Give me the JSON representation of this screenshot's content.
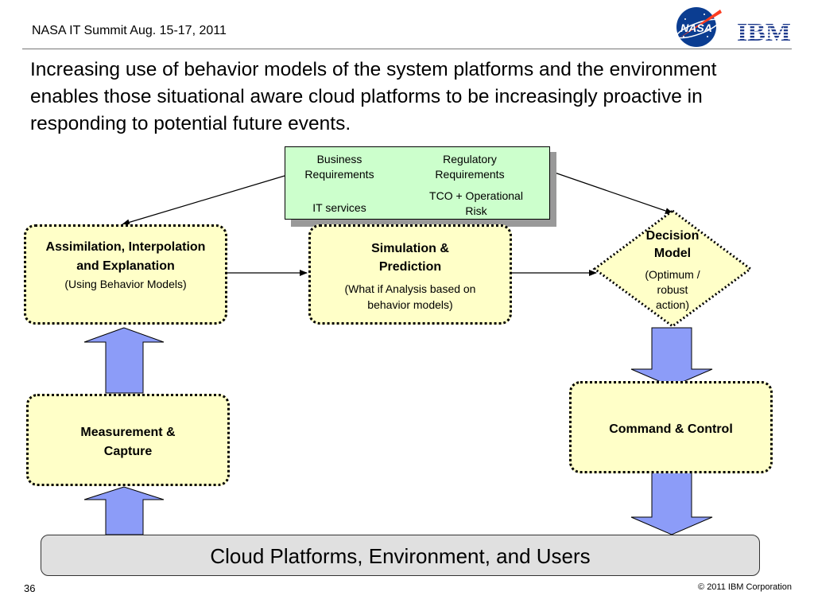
{
  "header": {
    "event_text": "NASA IT Summit  Aug. 15-17, 2011",
    "logos": [
      "nasa-logo",
      "ibm-logo"
    ]
  },
  "title": "Increasing use of behavior models of the system platforms and the environment enables those situational aware cloud platforms to be increasingly proactive in responding to potential future events.",
  "requirements_box": {
    "business": "Business Requirements",
    "regulatory": "Regulatory Requirements",
    "it_services": "IT services",
    "tco": "TCO + Operational Risk"
  },
  "nodes": {
    "assimilation": {
      "title": "Assimilation, Interpolation and Explanation",
      "subtitle": "(Using Behavior Models)"
    },
    "simulation": {
      "title": "Simulation & Prediction",
      "subtitle": "(What if Analysis based on behavior models)"
    },
    "decision": {
      "title": "Decision Model",
      "subtitle": "(Optimum / robust action)"
    },
    "measurement": {
      "title": "Measurement & Capture"
    },
    "command": {
      "title": "Command & Control"
    }
  },
  "cloud_bar": "Cloud Platforms, Environment, and Users",
  "footer": {
    "page_number": "36",
    "copyright": "© 2011 IBM Corporation"
  },
  "colors": {
    "node_fill": "#ffffc8",
    "requirements_fill": "#ccffcc",
    "arrow_fill": "#8c9cf8",
    "cloud_fill": "#e0e0e0",
    "nasa_blue": "#0b3d91",
    "nasa_red": "#fc3d21",
    "ibm_blue": "#1f3b8c"
  }
}
